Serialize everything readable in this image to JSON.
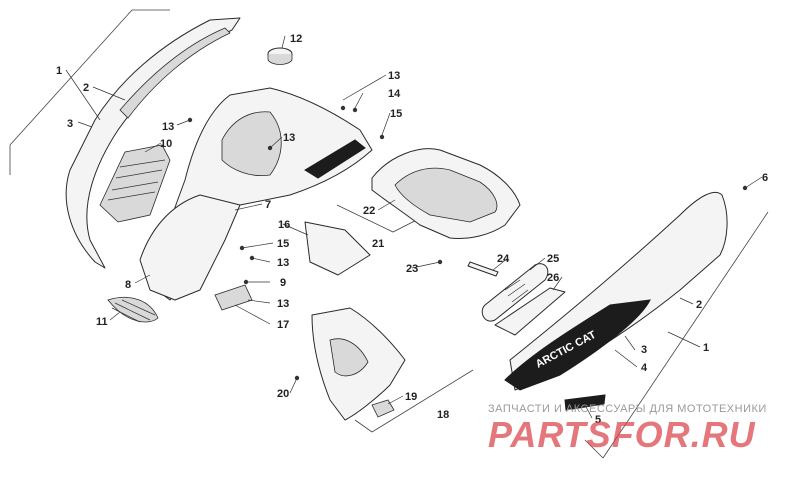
{
  "watermark": {
    "caption": "ЗАПЧАСТИ И АКСЕССУАРЫ ДЛЯ МОТОТЕХНИКИ",
    "brand": "PARTSFOR.RU"
  },
  "decal": {
    "brand_text": "ARCTIC CAT"
  },
  "callouts": [
    {
      "id": "c1a",
      "label": "1"
    },
    {
      "id": "c2a",
      "label": "2"
    },
    {
      "id": "c3a",
      "label": "3"
    },
    {
      "id": "c10",
      "label": "10"
    },
    {
      "id": "c12",
      "label": "12"
    },
    {
      "id": "c13a",
      "label": "13"
    },
    {
      "id": "c13b",
      "label": "13"
    },
    {
      "id": "c13c",
      "label": "13"
    },
    {
      "id": "c14",
      "label": "14"
    },
    {
      "id": "c15a",
      "label": "15"
    },
    {
      "id": "c7",
      "label": "7"
    },
    {
      "id": "c16",
      "label": "16"
    },
    {
      "id": "c15b",
      "label": "15"
    },
    {
      "id": "c13d",
      "label": "13"
    },
    {
      "id": "c9",
      "label": "9"
    },
    {
      "id": "c13e",
      "label": "13"
    },
    {
      "id": "c17",
      "label": "17"
    },
    {
      "id": "c8",
      "label": "8"
    },
    {
      "id": "c11",
      "label": "11"
    },
    {
      "id": "c22",
      "label": "22"
    },
    {
      "id": "c21",
      "label": "21"
    },
    {
      "id": "c23",
      "label": "23"
    },
    {
      "id": "c24",
      "label": "24"
    },
    {
      "id": "c25",
      "label": "25"
    },
    {
      "id": "c26",
      "label": "26"
    },
    {
      "id": "c6",
      "label": "6"
    },
    {
      "id": "c2b",
      "label": "2"
    },
    {
      "id": "c1b",
      "label": "1"
    },
    {
      "id": "c3b",
      "label": "3"
    },
    {
      "id": "c4",
      "label": "4"
    },
    {
      "id": "c5",
      "label": "5"
    },
    {
      "id": "c20",
      "label": "20"
    },
    {
      "id": "c19",
      "label": "19"
    },
    {
      "id": "c18",
      "label": "18"
    }
  ]
}
